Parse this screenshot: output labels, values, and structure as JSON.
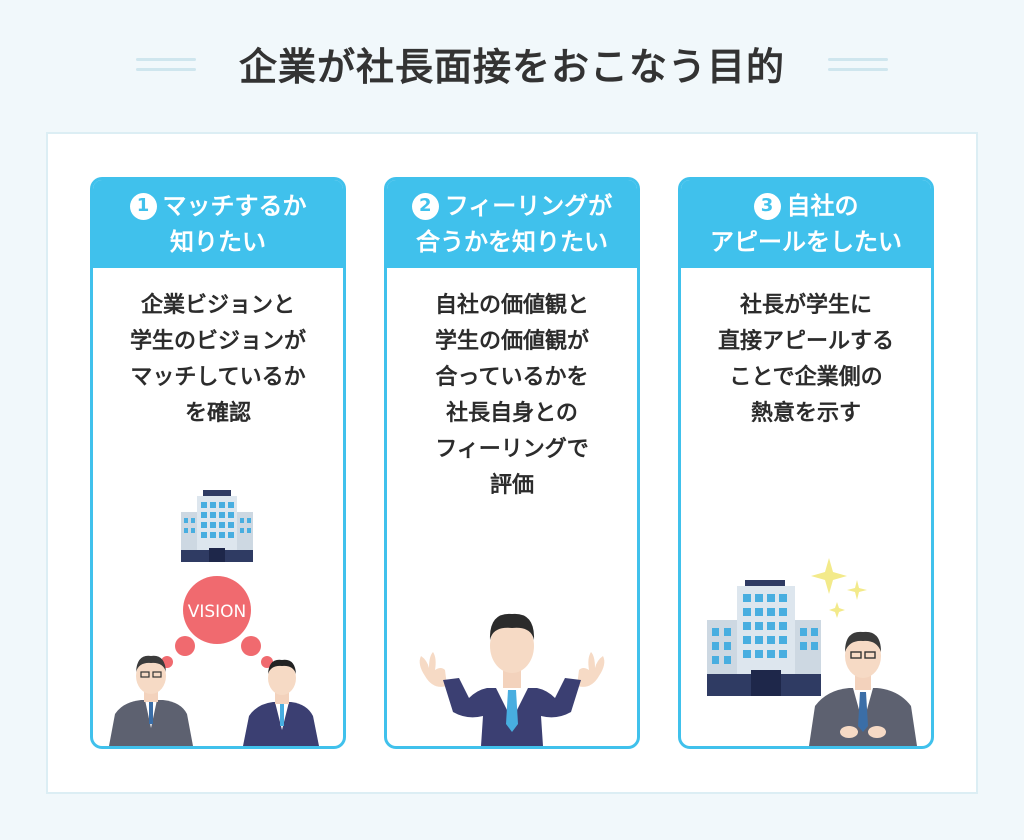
{
  "title": "企業が社長面接をおこなう目的",
  "cards": [
    {
      "number": "1",
      "heading": [
        "マッチするか",
        "知りたい"
      ],
      "body": [
        "企業ビジョンと",
        "学生のビジョンが",
        "マッチしているか",
        "を確認"
      ],
      "illustration_label": "VISION"
    },
    {
      "number": "2",
      "heading": [
        "フィーリングが",
        "合うかを知りたい"
      ],
      "body": [
        "自社の価値観と",
        "学生の価値観が",
        "合っているかを",
        "社長自身との",
        "フィーリングで",
        "評価"
      ]
    },
    {
      "number": "3",
      "heading": [
        "自社の",
        "アピールをしたい"
      ],
      "body": [
        "社長が学生に",
        "直接アピールする",
        "ことで企業側の",
        "熱意を示す"
      ]
    }
  ],
  "colors": {
    "accent": "#40c1ec",
    "background": "#f1f8fb",
    "vision_bubble": "#f06a6f",
    "suit": "#3b3f72"
  }
}
